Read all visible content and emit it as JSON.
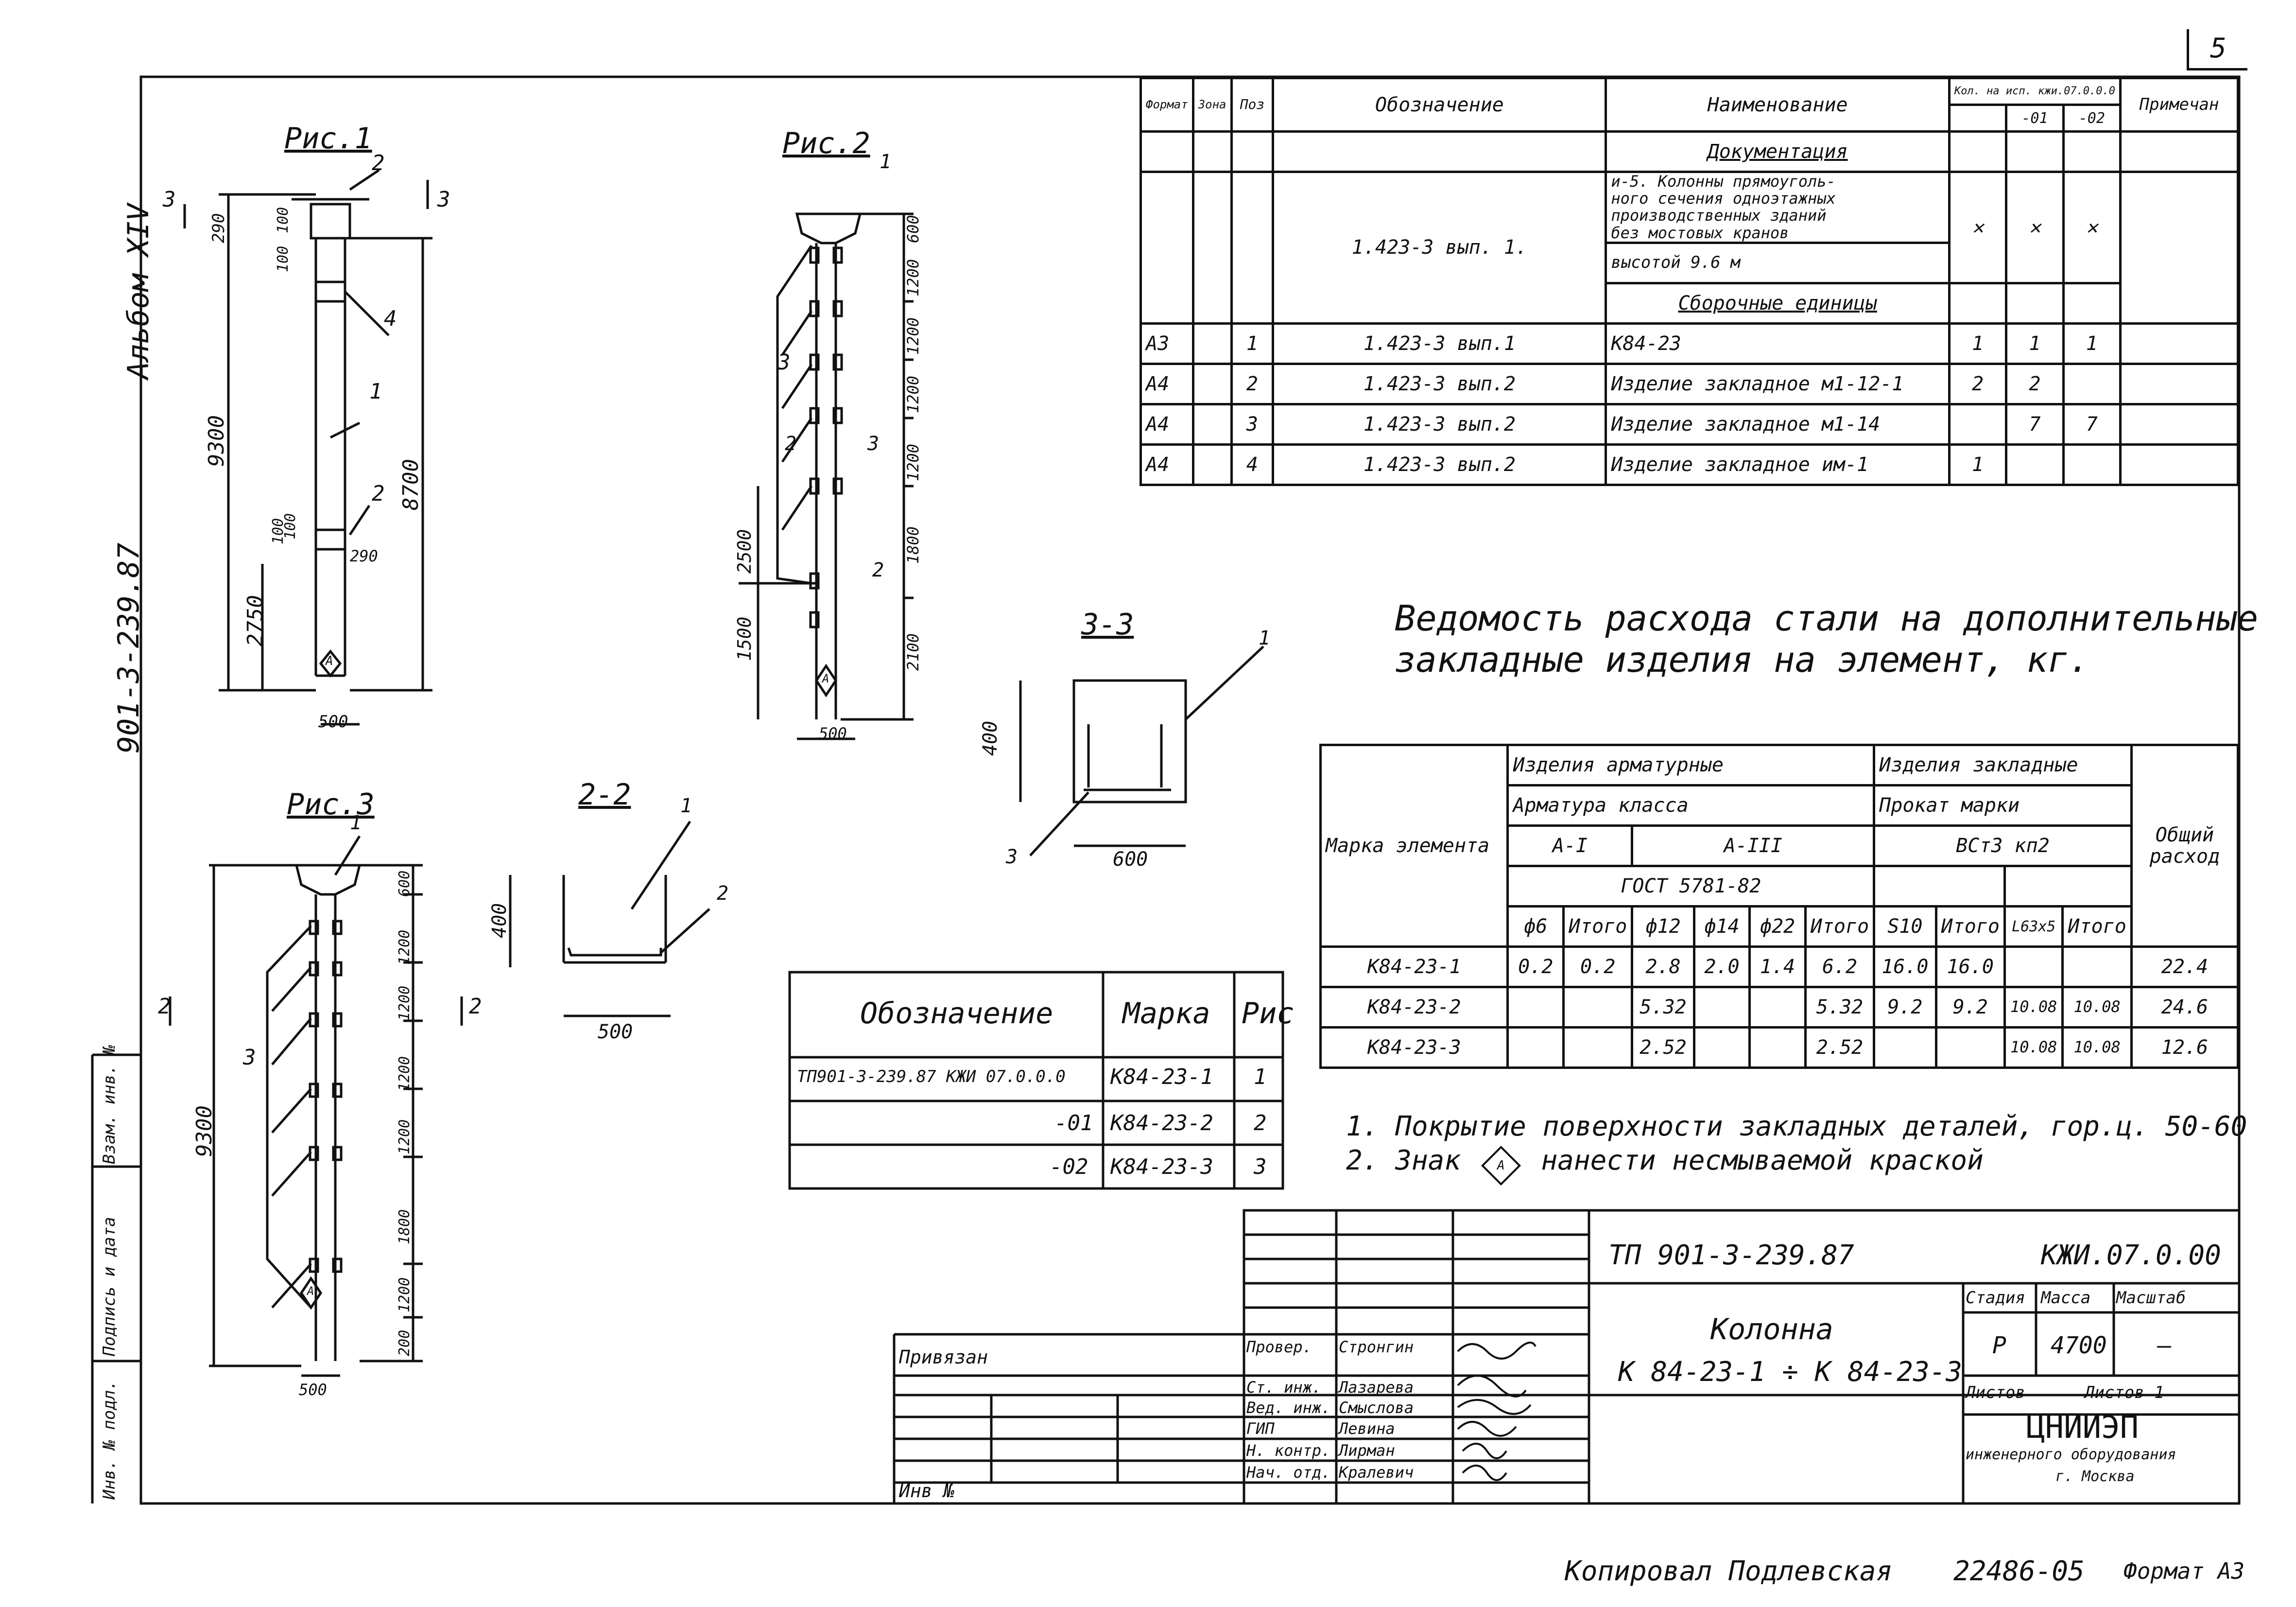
{
  "sheet_number": "5",
  "album": "Альбом XIV",
  "project_code_side": "901-3-239.87",
  "figures": {
    "fig1": {
      "title": "Рис.1",
      "dims": [
        "290",
        "100",
        "100",
        "9300",
        "8700",
        "100",
        "100",
        "290",
        "2750",
        "500"
      ],
      "callouts": [
        "2",
        "4",
        "1",
        "2"
      ],
      "section_mark": "3",
      "mark": "A"
    },
    "fig2": {
      "title": "Рис.2",
      "dims": [
        "600",
        "1200",
        "1200",
        "1200",
        "1200",
        "1800",
        "2100",
        "2500",
        "1500",
        "500"
      ],
      "callouts": [
        "1",
        "3",
        "2",
        "3",
        "2"
      ],
      "mark": "A"
    },
    "fig3": {
      "title": "Рис.3",
      "dims": [
        "600",
        "1200",
        "1200",
        "1200",
        "1200",
        "1800",
        "1200",
        "200",
        "9300",
        "500"
      ],
      "callouts": [
        "1",
        "3"
      ],
      "section_mark": "2",
      "mark": "A"
    },
    "sec22": {
      "title": "2-2",
      "dims": [
        "400",
        "500"
      ],
      "callouts": [
        "1",
        "2"
      ]
    },
    "sec33": {
      "title": "3-3",
      "dims": [
        "400",
        "600"
      ],
      "callouts": [
        "1",
        "3"
      ]
    }
  },
  "spec": {
    "headers": {
      "format": "Формат",
      "zone": "Зона",
      "pos": "Поз",
      "designation": "Обозначение",
      "name": "Наименование",
      "qty": "Кол. на исп. кжи.07.0.0.0",
      "qty_01": "-01",
      "qty_02": "-02",
      "note": "Примечан"
    },
    "section_docs": "Документация",
    "doc_designation": "1.423-3 вып. 1.",
    "doc_name_lines": [
      "и-5. Колонны прямоуголь-",
      "ного сечения одноэтажных",
      "производственных зданий",
      "без мостовых кранов"
    ],
    "doc_height": "высотой 9.6 м",
    "section_units": "Сборочные единицы",
    "rows": [
      {
        "format": "A3",
        "pos": "1",
        "designation": "1.423-3 вып.1",
        "name": "К84-23",
        "q": "1",
        "q01": "1",
        "q02": "1"
      },
      {
        "format": "A4",
        "pos": "2",
        "designation": "1.423-3 вып.2",
        "name": "Изделие закладное м1-12-1",
        "q": "2",
        "q01": "2",
        "q02": ""
      },
      {
        "format": "A4",
        "pos": "3",
        "designation": "1.423-3 вып.2",
        "name": "Изделие закладное м1-14",
        "q": "",
        "q01": "7",
        "q02": "7"
      },
      {
        "format": "A4",
        "pos": "4",
        "designation": "1.423-3 вып.2",
        "name": "Изделие закладное им-1",
        "q": "1",
        "q01": "",
        "q02": ""
      }
    ]
  },
  "steel_title_lines": [
    "Ведомость расхода стали на дополнительные",
    "закладные изделия на элемент, кг."
  ],
  "steel": {
    "h_mark": "Марка элемента",
    "h_rebar": "Изделия арматурные",
    "h_embed": "Изделия закладные",
    "h_class": "Арматура класса",
    "h_rolled": "Прокат марки",
    "h_a1": "А-I",
    "h_a3": "А-III",
    "h_vst": "ВСт3 кп2",
    "h_gost": "ГОСТ 5781-82",
    "h_total": "Общий расход",
    "cols": [
      "ф6",
      "Итого",
      "ф12",
      "ф14",
      "ф22",
      "Итого",
      "S10",
      "Итого",
      "L63х5",
      "Итого"
    ],
    "rows": [
      {
        "mark": "К84-23-1",
        "v": [
          "0.2",
          "0.2",
          "2.8",
          "2.0",
          "1.4",
          "6.2",
          "16.0",
          "16.0",
          "",
          ""
        ],
        "total": "22.4"
      },
      {
        "mark": "К84-23-2",
        "v": [
          "",
          "",
          "5.32",
          "",
          "",
          "5.32",
          "9.2",
          "9.2",
          "10.08",
          "10.08"
        ],
        "total": "24.6"
      },
      {
        "mark": "К84-23-3",
        "v": [
          "",
          "",
          "2.52",
          "",
          "",
          "2.52",
          "",
          "",
          "10.08",
          "10.08"
        ],
        "total": "12.6"
      }
    ]
  },
  "variants": {
    "headers": [
      "Обозначение",
      "Марка",
      "Рис"
    ],
    "rows": [
      {
        "designation": "ТП901-3-239.87 КЖИ 07.0.0.0",
        "mark": "К84-23-1",
        "fig": "1"
      },
      {
        "designation": "-01",
        "mark": "К84-23-2",
        "fig": "2"
      },
      {
        "designation": "-02",
        "mark": "К84-23-3",
        "fig": "3"
      }
    ]
  },
  "notes": [
    "1. Покрытие поверхности закладных деталей, гор.ц. 50-60",
    "2. Знак",
    "нанести несмываемой краской"
  ],
  "note_mark": "A",
  "title_block": {
    "project": "ТП 901-3-239.87",
    "code": "КЖИ.07.0.00",
    "name_line1": "Колонна",
    "name_line2": "К 84-23-1 ÷ К 84-23-3",
    "stage_h": "Стадия",
    "mass_h": "Масса",
    "scale_h": "Масштаб",
    "stage": "Р",
    "mass": "4700",
    "scale": "—",
    "sheet_h": "Листов",
    "sheets_h": "Листов 1",
    "org": "ЦНИИЭП",
    "org_sub": "инженерного оборудования",
    "org_city": "г. Москва",
    "bound": "Привязан",
    "inv": "Инв №",
    "roles": [
      "Провер.",
      "Ст. инж.",
      "Вед. инж.",
      "ГИП",
      "Н. контр.",
      "Нач. отд."
    ],
    "names": [
      "Стронгин",
      "Лазарева",
      "Смыслова",
      "Левина",
      "Лирман",
      "Кралевич"
    ]
  },
  "side_labels": [
    "Инв. № подл.",
    "Подпись и дата",
    "Взам. инв. №"
  ],
  "bottom": {
    "copied": "Копировал Подлевская",
    "number": "22486-05",
    "format": "Формат А3"
  }
}
